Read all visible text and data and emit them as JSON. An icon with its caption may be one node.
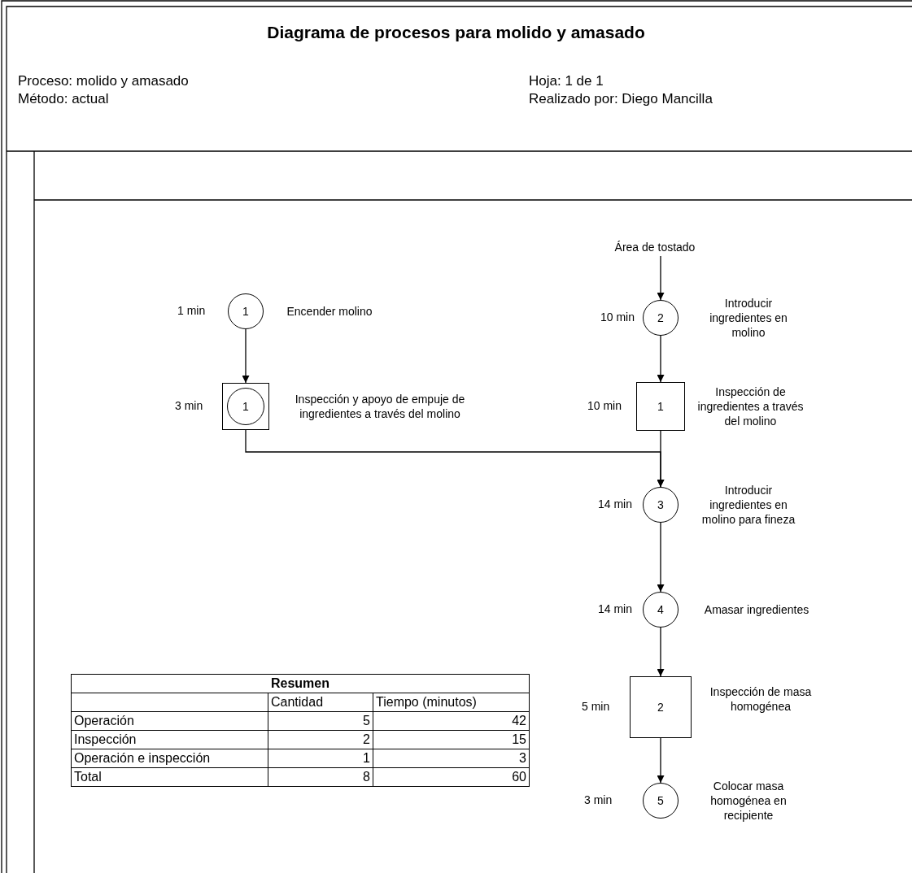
{
  "diagram": {
    "title": "Diagrama de procesos para molido y amasado",
    "nodes": [
      {
        "text": [
          "1"
        ],
        "beside": [
          "1 min",
          "Encender molino"
        ]
      },
      {
        "text": [
          "1"
        ],
        "beside": [
          "3 min",
          "Inspección y apoyo de empuje de ingredientes a través del molino"
        ]
      },
      {
        "text": [
          "Área de tostado"
        ]
      },
      {
        "text": [
          "2"
        ],
        "beside": [
          "10 min",
          "Introducir ingredientes en molino"
        ]
      },
      {
        "text": [
          "1"
        ],
        "beside": [
          "10 min",
          "Inspección de ingredientes a través del molino"
        ]
      },
      {
        "text": [
          "3"
        ],
        "beside": [
          "14 min",
          "Introducir ingredientes en molino para fineza"
        ]
      },
      {
        "text": [
          "4"
        ],
        "beside": [
          "14 min",
          "Amasar ingredientes"
        ]
      },
      {
        "text": [
          "2"
        ],
        "beside": [
          "5 min",
          "Inspección de masa homogénea"
        ]
      },
      {
        "text": [
          "5"
        ],
        "beside": [
          "3 min",
          "Colocar masa homogénea en recipiente"
        ]
      }
    ],
    "edges": [
      {
        "from": 0,
        "to": 1,
        "arrow": "to"
      },
      {
        "from": 2,
        "to": 3,
        "arrow": "to"
      },
      {
        "from": 3,
        "to": 4,
        "arrow": "to"
      },
      {
        "from": 4,
        "to": 5,
        "arrow": "to"
      },
      {
        "from": 1,
        "to": 5,
        "arrow": "to"
      },
      {
        "from": 5,
        "to": 6,
        "arrow": "to"
      },
      {
        "from": 6,
        "to": 7,
        "arrow": "to"
      },
      {
        "from": 7,
        "to": 8,
        "arrow": "to"
      }
    ],
    "labels": [
      "Proceso: molido y amasado",
      "Método: actual",
      "Hoja: 1 de 1",
      "Realizado por: Diego Mancilla",
      "Resumen",
      "Cantidad",
      "Tiempo (minutos)",
      "Operación",
      "5",
      "42",
      "Inspección",
      "2",
      "15",
      "Operación e inspección",
      "1",
      "3",
      "Total",
      "8",
      "60"
    ]
  }
}
